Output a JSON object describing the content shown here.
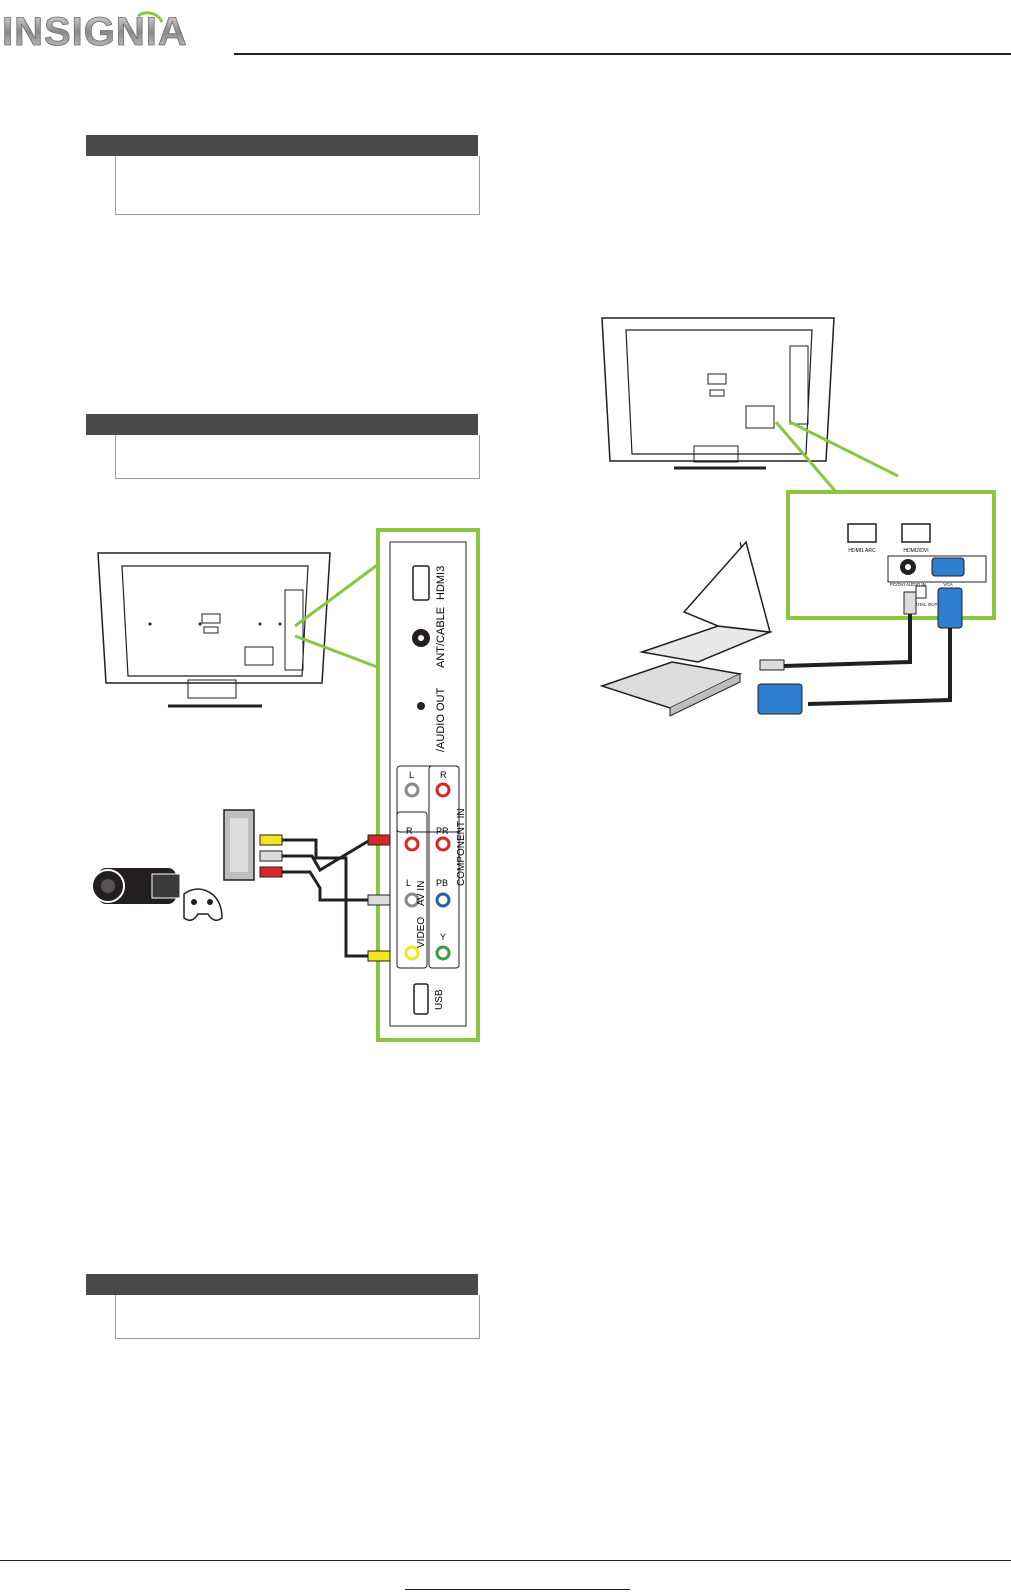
{
  "header": {
    "brand_logo_text": "INSIGNIA"
  },
  "panel_av": {
    "hdmi3_label": "HDMI3",
    "ant_cable_label": "ANT/CABLE",
    "audio_out_label": "/AUDIO OUT",
    "l_label": "L",
    "r_label": "R",
    "pr_label": "PR",
    "pb_label": "PB",
    "y_label": "Y",
    "component_in_label": "COMPONENT IN",
    "av_in_label": "AV IN",
    "video_label": "VIDEO",
    "usb_label": "USB"
  },
  "panel_pc": {
    "hdmi_arc_label": "HDMI1 ARC",
    "hdmi2_dvi_label": "HDMI2/DVI",
    "pc_dvi_audio_label": "PC/DVI AUDIO IN",
    "vga_label": "VGA",
    "digital_output_label": "DIGITAL OUTPUT"
  },
  "colors": {
    "accent_green": "#8cc63f",
    "note_bar": "#4a4a4a",
    "cable": "#231f20",
    "red_jack": "#d7272b",
    "yellow_jack": "#f2e61d",
    "white_jack": "#dcdcdc",
    "blue_jack": "#2b5fa8",
    "green_jack": "#3a9b45",
    "vga_blue": "#2f7fd0"
  }
}
